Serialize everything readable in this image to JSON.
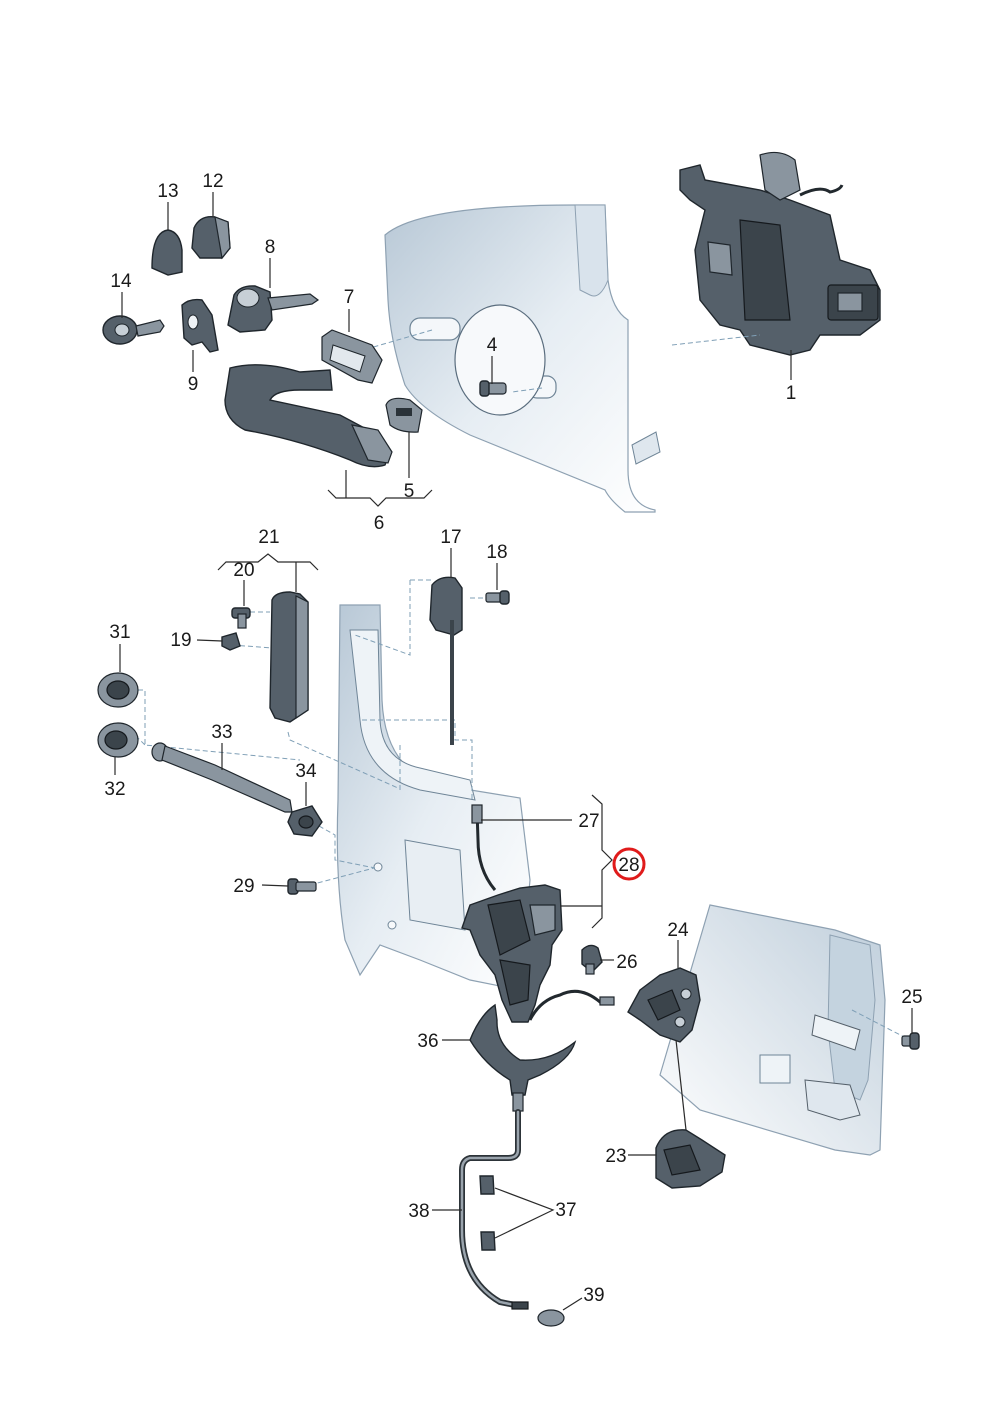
{
  "callouts": {
    "c1": "1",
    "c4": "4",
    "c5": "5",
    "c6": "6",
    "c7": "7",
    "c8": "8",
    "c9": "9",
    "c12": "12",
    "c13": "13",
    "c14": "14",
    "c17": "17",
    "c18": "18",
    "c19": "19",
    "c20": "20",
    "c21": "21",
    "c23": "23",
    "c24": "24",
    "c25": "25",
    "c26": "26",
    "c27": "27",
    "c28": "28",
    "c29": "29",
    "c31": "31",
    "c32": "32",
    "c33": "33",
    "c34": "34",
    "c36": "36",
    "c37": "37",
    "c38": "38",
    "c39": "39"
  },
  "highlight": {
    "callout": "28",
    "ring_color": "#e01b1b"
  },
  "colors": {
    "part": "#55606a",
    "panel": "#c9d6e2",
    "lines": "#2a2a2a"
  }
}
